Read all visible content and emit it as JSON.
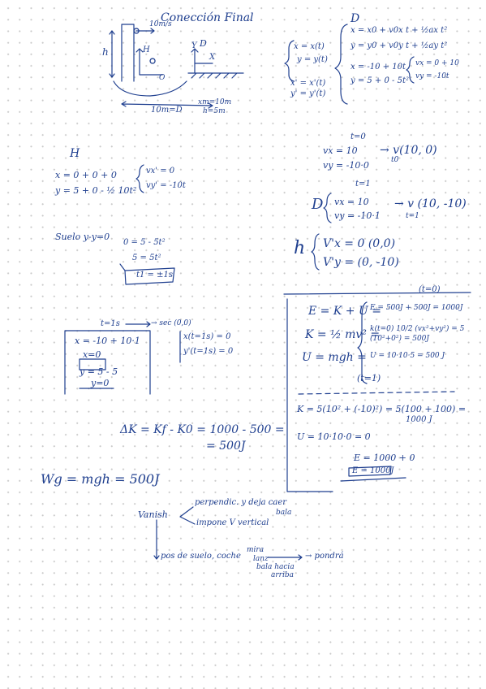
{
  "title": "Conección Final",
  "sketch": {
    "velocity": "10m/s",
    "height_label": "h",
    "point_h": "H",
    "point_d": "D",
    "axis_x": "X",
    "axis_y": "Y",
    "origin_o": "O",
    "distance": "10m=D",
    "note_xm": "xm=10m",
    "note_h": "h=5m"
  },
  "pos_eqs": [
    "x = x(t)",
    "y = y(t)",
    "x' = x'(t)",
    "y' = y'(t)"
  ],
  "block_d": {
    "label": "D",
    "lines": [
      "x = x0 + v0x t + ½ax t²",
      "y = y0 + v0y t + ½ay t²",
      "x = -10 + 10t",
      "y = 5 + 0 - 5t²"
    ],
    "vel": [
      "vx = 0 + 10",
      "vy = -10t"
    ]
  },
  "t0": {
    "label": "t=0",
    "vx": "vx = 10",
    "vy": "vy = -10·0",
    "vec": "→ v(10, 0)",
    "sub": "t0"
  },
  "t1": {
    "label": "t=1",
    "d": "D",
    "vx": "vx = 10",
    "vy": "vy = -10·1",
    "vec": "→ v (10, -10)",
    "sub": "t=1"
  },
  "h_block": {
    "label": "h",
    "vx": "V'x = 0  (0,0)",
    "vy": "V'y = (0, -10)"
  },
  "block_H": {
    "label": "H",
    "x": "x =  0 + 0 + 0",
    "y": "y = 5 + 0 - ½ 10t²",
    "vx": "vx' = 0",
    "vy": "vy' = -10t"
  },
  "suelo": {
    "label": "Suelo  y-y=0",
    "l1": "0 = 5 - 5t²",
    "l2": "5 = 5t²",
    "l3": "t1 = ±1s"
  },
  "energy": {
    "t_label": "(t=0)",
    "E": "E = K + U =",
    "K": "K = ½ mv² =",
    "U": "U = mgh  =",
    "Ev": "E = 500J + 500J = 1000J",
    "Kv": "k(t=0)  10/2 (vx²+vy²) = 5 (10²+0²) = 500J",
    "Uv": "U = 10·10·5 = 500 J",
    "t1_label": "(t=1)",
    "K1": "K = 5(10² + (-10)²) = 5(100 + 100) =",
    "K1r": "1000 J",
    "U1": "U = 10·10·0 = 0",
    "E1": "E = 1000 + 0",
    "E2": "E = 1000J"
  },
  "collision": {
    "label": "t=1s",
    "arrow": "→ sec (0,0)",
    "x1": "x = -10 + 10·1",
    "x2": "x=0",
    "y1": "y = 5 - 5",
    "y2": "y=0",
    "r1": "x(t=1s) = 0",
    "r2": "y'(t=1s) = 0"
  },
  "deltaK": {
    "l1": "ΔK = Kf - K0 = 1000 - 500 =",
    "l2": "= 500J"
  },
  "wg": "Wg = mgh = 500J",
  "notes": {
    "vanish": "Vanish",
    "n1": "perpendic. y deja caer",
    "n1b": "bala",
    "n2": "impone V vertical",
    "n3": "pos de suelo, coche",
    "n3b": "mira",
    "n3c": "lanz",
    "n3d": "bala hacia",
    "n3e": "arriba",
    "n3f": "→ pondrá"
  }
}
